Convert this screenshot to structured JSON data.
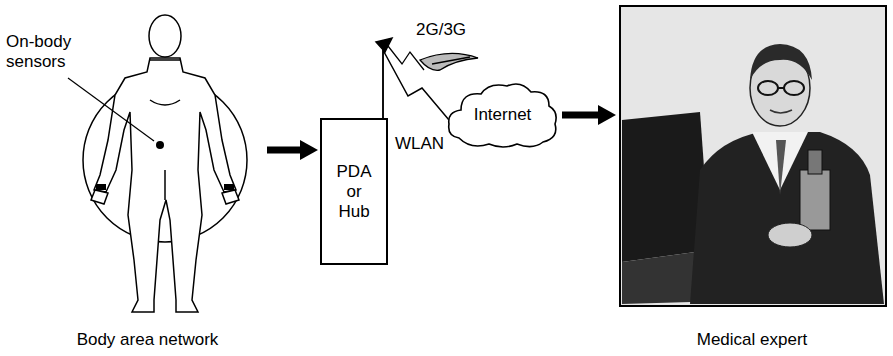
{
  "diagram": {
    "nodes": [
      {
        "text": [
          "Body area network"
        ]
      },
      {
        "text": [
          "PDA or Hub"
        ]
      },
      {
        "text": [
          "Internet"
        ]
      },
      {
        "text": [
          "Medical expert"
        ]
      }
    ],
    "edges": [
      {
        "from": 0,
        "to": 1,
        "arrow": "to"
      },
      {
        "from": 1,
        "to": 2,
        "arrow": "none",
        "label": "WLAN"
      },
      {
        "from": 2,
        "to": 3,
        "arrow": "to"
      }
    ],
    "labels": [
      "On-body sensors",
      "2G/3G"
    ]
  }
}
